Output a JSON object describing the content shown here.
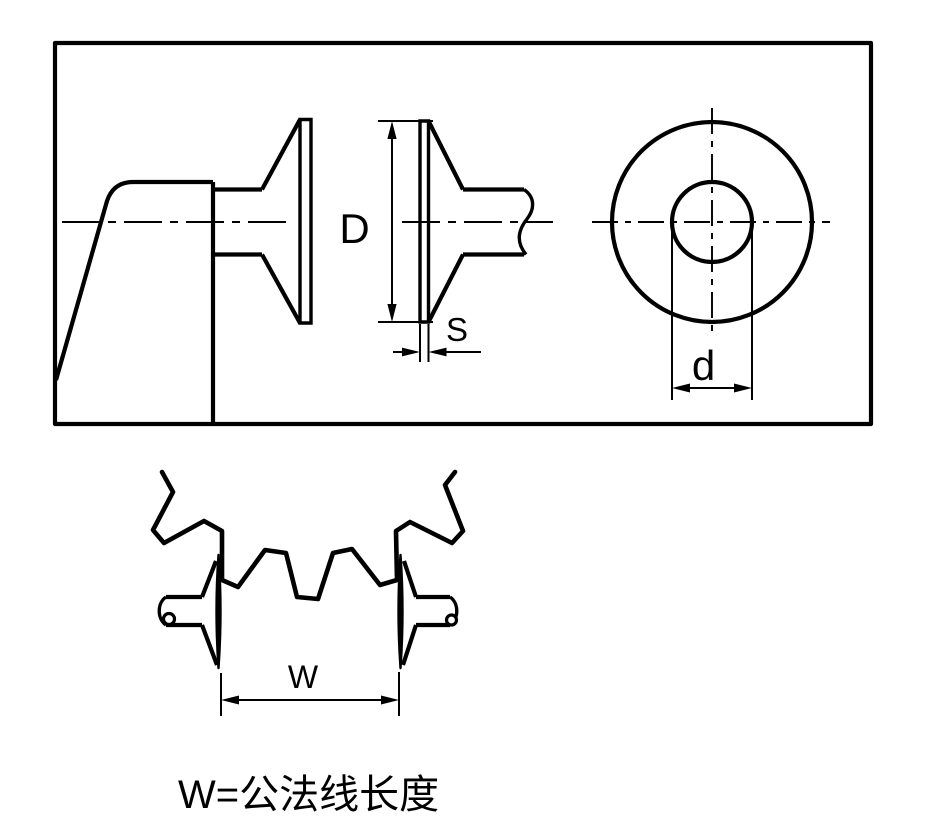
{
  "colors": {
    "background": "#ffffff",
    "line": "#000000"
  },
  "top_view": {
    "description_labels": {
      "disc_diameter_label": "D",
      "disc_thickness_label": "S",
      "bore_diameter_label": "d"
    }
  },
  "bottom_view": {
    "span_label": "W",
    "caption": "W=公法线长度"
  }
}
